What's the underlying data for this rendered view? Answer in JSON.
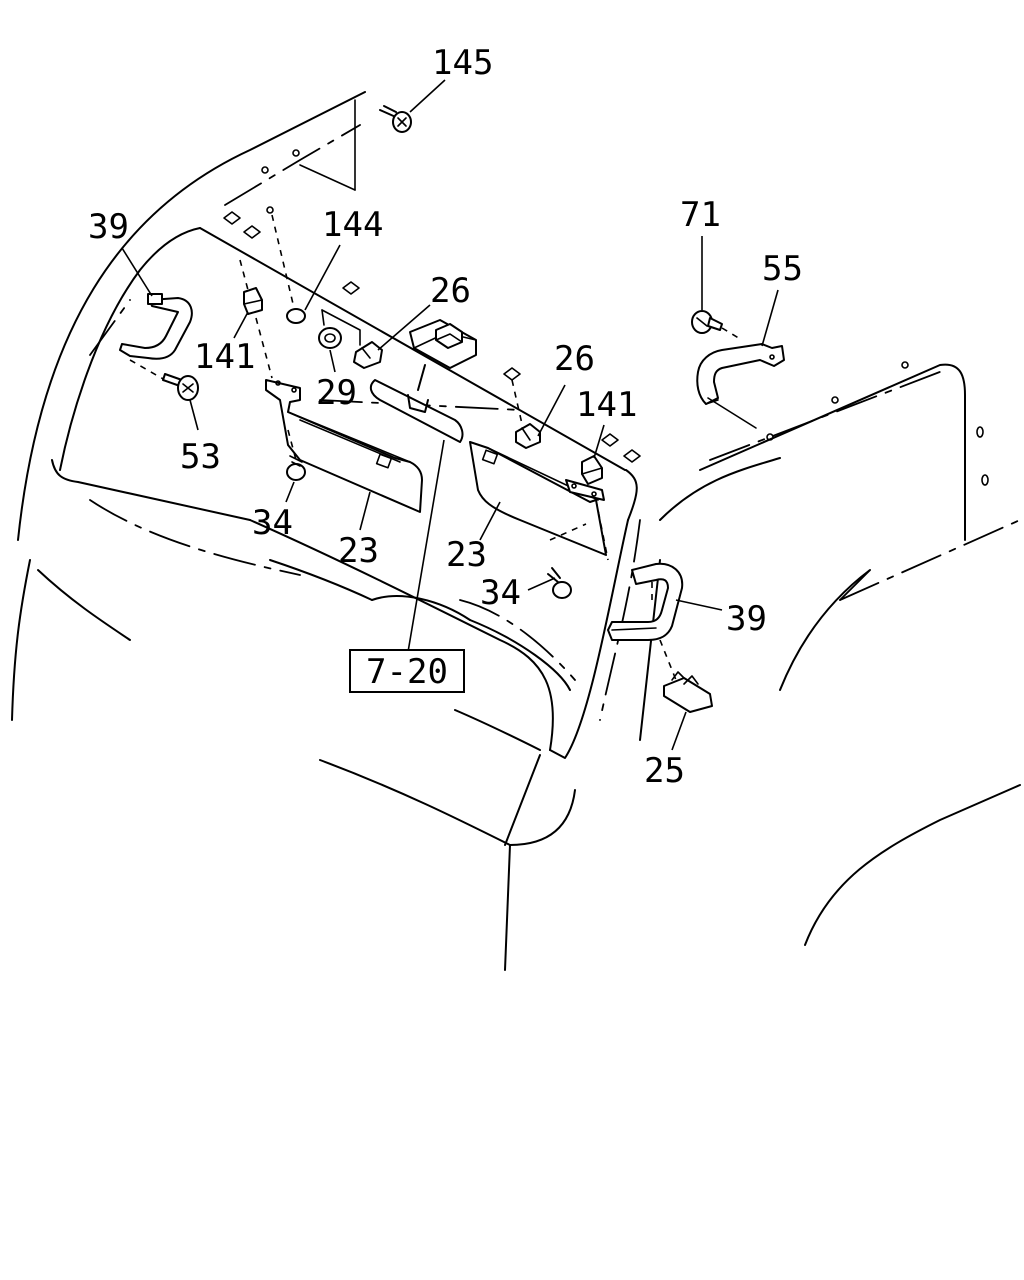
{
  "labels": {
    "p145": "145",
    "p39_left": "39",
    "p144": "144",
    "p26_top": "26",
    "p141_left": "141",
    "p29": "29",
    "p53": "53",
    "p34_left": "34",
    "p23_left": "23",
    "p26_right": "26",
    "p141_right": "141",
    "p23_right": "23",
    "p34_right": "34",
    "p71": "71",
    "p55": "55",
    "p39_right": "39",
    "p25": "25",
    "ref_7_20": "7-20"
  }
}
